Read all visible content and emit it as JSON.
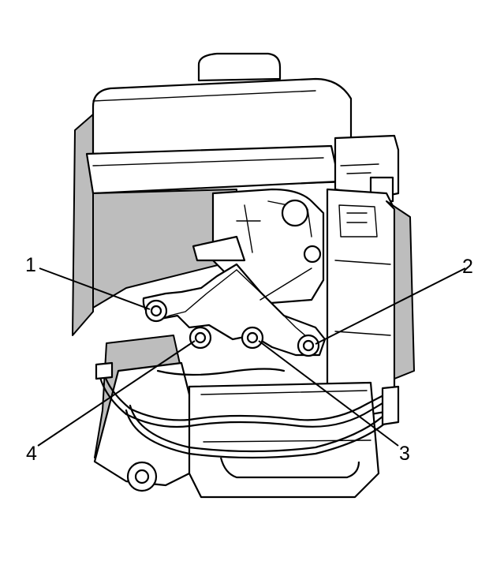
{
  "callouts": [
    {
      "label": "1"
    },
    {
      "label": "2"
    },
    {
      "label": "3"
    },
    {
      "label": "4"
    }
  ],
  "colors": {
    "line": "#000000",
    "shade": "#bdbdbd",
    "background": "#ffffff"
  }
}
